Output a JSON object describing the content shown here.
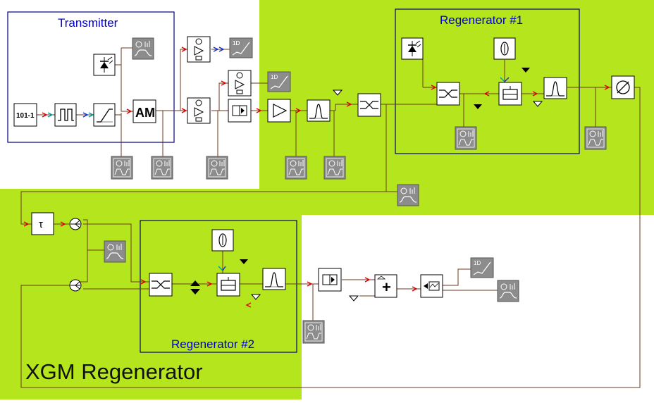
{
  "labels": {
    "transmitter": "Transmitter",
    "regen1": "Regenerator #1",
    "regen2": "Regenerator #2",
    "main_title": "XGM Regenerator"
  },
  "icons": {
    "bitgen": "101-1",
    "modulator": "AM",
    "plot_1d": "1D",
    "delay": "τ"
  },
  "colors": {
    "background_green": "#b5e61d",
    "box_border": "#000080",
    "box_label": "#0000cc",
    "wire": "#6b3a1f",
    "arrow_red": "#e00000",
    "arrow_blue": "#1030e0",
    "arrow_cyan": "#00a0a0",
    "visualizer_gray": "#8c8c8c"
  }
}
